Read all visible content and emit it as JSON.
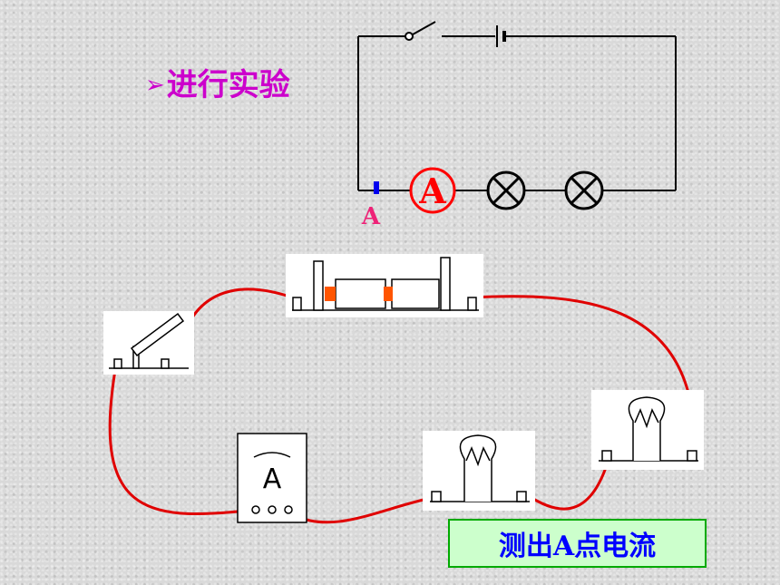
{
  "heading": {
    "bullet": "➢",
    "text": "进行实验"
  },
  "schematic": {
    "point_label": "A",
    "ammeter_symbol": "A"
  },
  "ammeter_device": {
    "symbol": "A"
  },
  "caption": {
    "text": "测出A点电流"
  },
  "colors": {
    "heading": "#cc00cc",
    "point_label": "#ee2277",
    "ammeter_circle": "#ff0000",
    "wire": "#e00000",
    "caption_text": "#0000ff",
    "caption_bg": "#ccffcc",
    "caption_border": "#00aa00"
  }
}
